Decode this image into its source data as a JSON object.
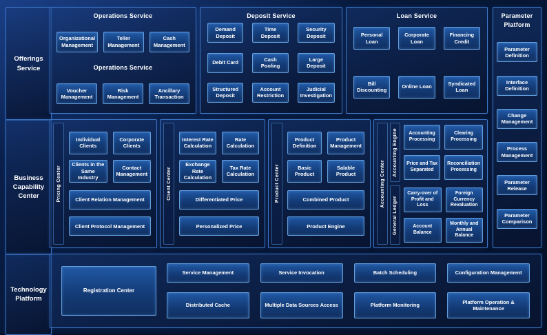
{
  "theme": {
    "background": "#071838",
    "panel_border": "#3e78c8",
    "box_fill": "#143c78",
    "box_border": "#639fdd",
    "text": "#ffffff"
  },
  "sidebar": {
    "offerings_service": "Offerings Service",
    "business_capability_center": "Business Capability Center",
    "technology_platform": "Technology Platform"
  },
  "operations_service": {
    "title": "Operations Service",
    "mid_label": "Operations Service",
    "row1": [
      "Organizational Management",
      "Teller Management",
      "Cash Management"
    ],
    "row2": [
      "Voucher Management",
      "Risk Management",
      "Ancillary Transaction"
    ]
  },
  "deposit_service": {
    "title": "Deposit Service",
    "cells": [
      "Demand Deposit",
      "Time Deposit",
      "Security Deposit",
      "Debit Card",
      "Cash Pooling",
      "Large Deposit",
      "Structured Deposit",
      "Account Restriction",
      "Judicial Investigation"
    ]
  },
  "loan_service": {
    "title": "Loan Service",
    "cells": [
      "Personal Loan",
      "Corporate Loan",
      "Financing Credit",
      "Bill Discounting",
      "Online Loan",
      "Syndicated Loan"
    ]
  },
  "parameter_platform": {
    "title": "Parameter Platform",
    "items": [
      "Parameter Definition",
      "Interface Definition",
      "Change Management",
      "Process Management",
      "Parameter Release",
      "Parameter Comparison"
    ]
  },
  "pricing_center": {
    "label": "Pricing Center",
    "cells": [
      "Individual Clients",
      "Corporate Clients",
      "Clients in the Same Industry",
      "Contact Management"
    ],
    "wide": [
      "Client Relation Management",
      "Client Protocol Management"
    ]
  },
  "client_center": {
    "label": "Client Center",
    "cells": [
      "Interest Rate Calculation",
      "Rate Calculation",
      "Exchange Rate Calculation",
      "Tax Rate Calculation"
    ],
    "wide": [
      "Differentiated Price",
      "Personalized Price"
    ]
  },
  "product_center": {
    "label": "Product Center",
    "cells": [
      "Product Definition",
      "Product Management",
      "Basic Product",
      "Salable Product"
    ],
    "wide": [
      "Combined Product",
      "Product Engine"
    ]
  },
  "accounting_center": {
    "label": "Accounting Center",
    "engine_label": "Accounting Engine",
    "ledger_label": "General Ledger",
    "engine_cells": [
      "Accounting Processing",
      "Clearing Processing",
      "Price and Tax Separated",
      "Reconciliation Processing"
    ],
    "ledger_cells": [
      "Carry-over of Profit and Loss",
      "Foreign Currency Revaluation",
      "Account Balance",
      "Monthly and Annual Balance"
    ]
  },
  "technology_platform": {
    "registration_center": "Registration Center",
    "row1": [
      "Service Management",
      "Service Invocation",
      "Batch Scheduling",
      "Configuration Management"
    ],
    "row2": [
      "Distributed Cache",
      "Multiple Data Sources Access",
      "Platform Monitoring",
      "Platform Operation & Maintenance"
    ]
  }
}
